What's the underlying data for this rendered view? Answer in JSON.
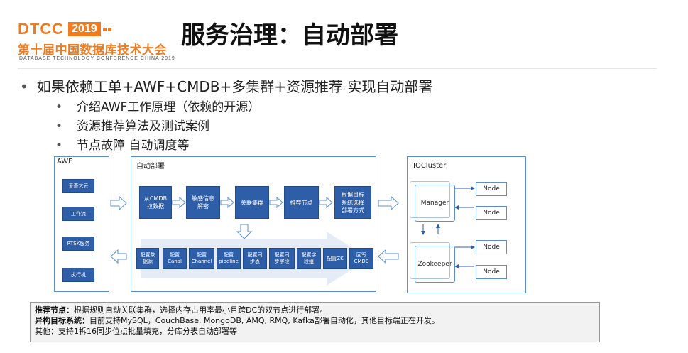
{
  "logo": {
    "brand": "DTCC",
    "year": "2019",
    "cn_name": "第十届中国数据库技术大会",
    "en_name": "DATABASE TECHNOLOGY CONFERENCE CHINA 2019"
  },
  "title": "服务治理：自动部署",
  "bullets": {
    "main": "如果依赖工单+AWF+CMDB+多集群+资源推荐 实现自动部署",
    "subs": [
      "介绍AWF工作原理（依赖的开源）",
      "资源推荐算法及测试案例",
      "节点故障 自动调度等"
    ]
  },
  "diagram": {
    "awf": {
      "label": "AWF",
      "items": [
        "爱奇艺云",
        "工作流",
        "RTSK服务",
        "执行机"
      ]
    },
    "deploy": {
      "label": "自动部署",
      "top_steps": [
        "从CMDB\n拉数据",
        "敏感信息\n解密",
        "关联集群",
        "推荐节点",
        "根据目标\n系统选择\n部署方式"
      ],
      "bottom_steps": [
        "配置数\n据源",
        "配置\nCanal",
        "配置\nChannel",
        "配置\npipeline",
        "配置同\n步表",
        "配置同\n步字段",
        "配置字\n段组",
        "配置ZK",
        "回写\nCMDB"
      ]
    },
    "iocluster": {
      "label": "IOCluster",
      "manager": "Manager",
      "zookeeper": "Zookeeper",
      "node": "Node"
    },
    "colors": {
      "box": "#2f5ea8",
      "border": "#5b8fd1",
      "accent": "#f07c1f"
    }
  },
  "note": {
    "line1_label": "推荐节点：",
    "line1_text": "根据规则自动关联集群，选择内存占用率最小且跨DC的双节点进行部署。",
    "line2_label": "异构目标系统：",
    "line2_text": "目前支持MySQL，CouchBase, MongoDB, AMQ, RMQ, Kafka部署自动化，其他目标端正在开发。",
    "line3_text": "其他：支持1拆16同步位点批量填充，分库分表自动部署等"
  }
}
